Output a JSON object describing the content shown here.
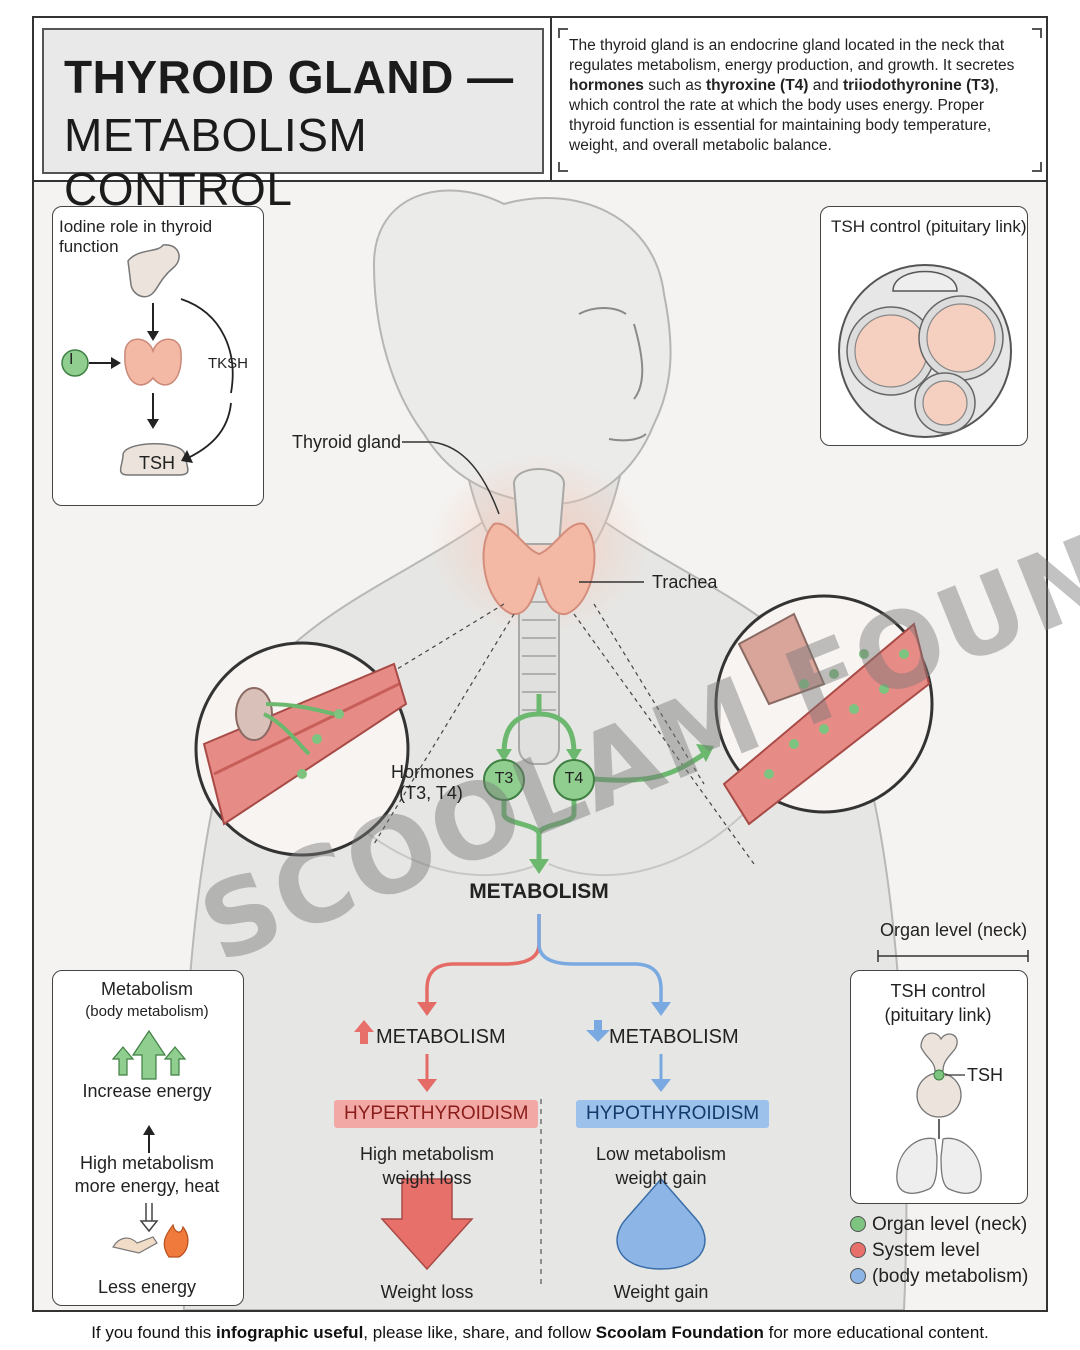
{
  "header": {
    "title_line1": "THYROID GLAND —",
    "title_line2": "METABOLISM CONTROL",
    "intro_parts": {
      "p1": "The thyroid gland is an endocrine gland located in the neck that regulates metabolism, energy production, and growth. It secretes ",
      "b1": "hormones",
      "p2": " such as ",
      "b2": "thyroxine (T4)",
      "p3": " and ",
      "b3": "triiodothyronine (T3)",
      "p4": ", which control the rate at which the body uses energy. Proper thyroid function is essential for maintaining body temperature, weight, and overall metabolic balance."
    }
  },
  "iodine_panel": {
    "title": "Iodine role in thyroid function",
    "iodine_symbol": "I",
    "tksh_label": "TKSH",
    "tsh_label": "TSH"
  },
  "tsh_panel": {
    "title": "TSH control (pituitary link)"
  },
  "body_labels": {
    "thyroid_gland": "Thyroid gland",
    "trachea": "Trachea",
    "hormones_line1": "Hormones",
    "hormones_line2": "(T3, T4)",
    "t3": "T3",
    "t4": "T4",
    "metabolism": "METABOLISM"
  },
  "watermark": "SCOOLAM FOUNDATION",
  "metabolism_panel": {
    "title": "Metabolism",
    "subtitle": "(body metabolism)",
    "increase_energy": "Increase energy",
    "high_line1": "High metabolism",
    "high_line2": "more energy, heat",
    "less_energy": "Less energy"
  },
  "hyper": {
    "heading": "METABOLISM",
    "badge": "HYPERTHYROIDISM",
    "desc_line1": "High metabolism",
    "desc_line2": "weight loss",
    "result": "Weight loss"
  },
  "hypo": {
    "heading": "METABOLISM",
    "badge": "HYPOTHYROIDISM",
    "desc_line1": "Low metabolism",
    "desc_line2": "weight gain",
    "result": "Weight gain"
  },
  "organ_panel": {
    "heading": "Organ level (neck)",
    "title_line1": "TSH control",
    "title_line2": "(pituitary link)",
    "tsh_label": "TSH"
  },
  "legend": [
    {
      "label": "Organ level (neck)",
      "color": "#7cc47f"
    },
    {
      "label": "System level",
      "color": "#e8706b"
    },
    {
      "label": "(body metabolism)",
      "color": "#8db6e6"
    }
  ],
  "colors": {
    "green": "#6cb86f",
    "red": "#e46b66",
    "blue": "#79a9e0",
    "thyroid": "#f3b9a4"
  },
  "footer": {
    "p1": "If you found this ",
    "b1": "infographic useful",
    "p2": ", please like, share, and follow ",
    "b2": "Scoolam Foundation",
    "p3": " for more educational content."
  }
}
